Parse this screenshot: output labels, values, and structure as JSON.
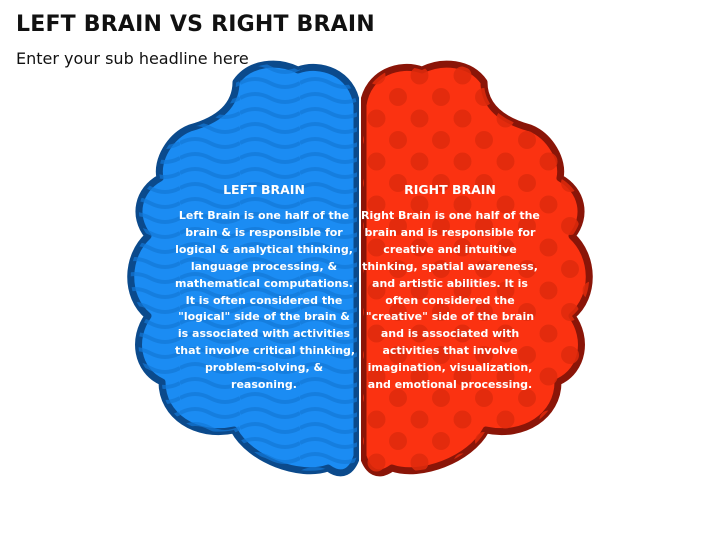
{
  "header": {
    "title": "LEFT BRAIN VS RIGHT BRAIN",
    "subtitle": "Enter your sub headline here"
  },
  "left": {
    "heading": "LEFT BRAIN",
    "lines": [
      "Left Brain is one half of the",
      "brain & is responsible for",
      "logical & analytical thinking,",
      "language processing, &",
      "mathematical computations.",
      "It is often considered the",
      "\"logical\" side of the brain &",
      "is associated with activities",
      "that involve critical thinking,",
      "problem-solving, &",
      "reasoning."
    ]
  },
  "right": {
    "heading": "RIGHT BRAIN",
    "lines": [
      "Right Brain is one half of the",
      "brain and is responsible for",
      "creative and intuitive",
      "thinking, spatial awareness,",
      "and artistic abilities. It is",
      "often considered the",
      "\"creative\" side of the brain",
      "and is associated with",
      "activities that involve",
      "imagination, visualization,",
      "and emotional processing."
    ]
  },
  "colors": {
    "left_fill": "#1b8cf3",
    "left_border": "#0b4a8c",
    "right_fill": "#fb3211",
    "right_border": "#8a1508"
  }
}
